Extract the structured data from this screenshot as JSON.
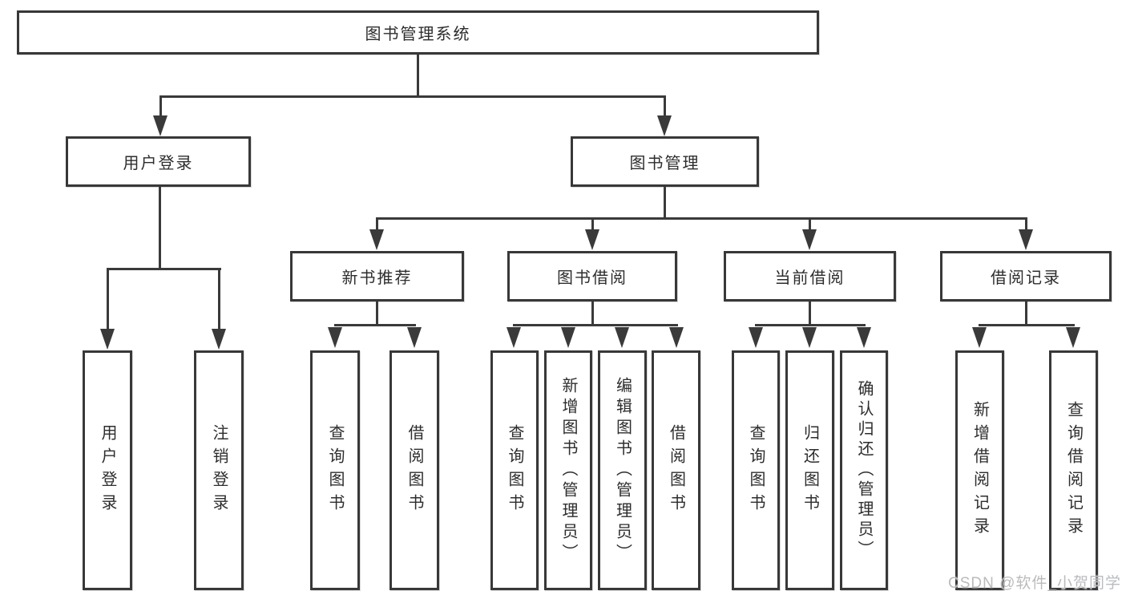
{
  "diagram": {
    "type": "hierarchy-tree",
    "root": {
      "label": "图书管理系统"
    },
    "branches": [
      {
        "label": "用户登录",
        "children": [
          {
            "label": "用户登录"
          },
          {
            "label": "注销登录"
          }
        ]
      },
      {
        "label": "图书管理",
        "children": [
          {
            "label": "新书推荐",
            "children": [
              {
                "label": "查询图书"
              },
              {
                "label": "借阅图书"
              }
            ]
          },
          {
            "label": "图书借阅",
            "children": [
              {
                "label": "查询图书"
              },
              {
                "label": "新增图书（管理员）"
              },
              {
                "label": "编辑图书（管理员）"
              },
              {
                "label": "借阅图书"
              }
            ]
          },
          {
            "label": "当前借阅",
            "children": [
              {
                "label": "查询图书"
              },
              {
                "label": "归还图书"
              },
              {
                "label": "确认归还（管理员）"
              }
            ]
          },
          {
            "label": "借阅记录",
            "children": [
              {
                "label": "新增借阅记录"
              },
              {
                "label": "查询借阅记录"
              }
            ]
          }
        ]
      }
    ]
  },
  "watermark": {
    "text": "CSDN @软件_小贺同学"
  },
  "colors": {
    "background": "#ffffff",
    "box_border": "#383838",
    "box_fill": "#ffffff",
    "text": "#2d2d2d",
    "connector": "#3a3a3a",
    "watermark": "#b9bbbd"
  }
}
